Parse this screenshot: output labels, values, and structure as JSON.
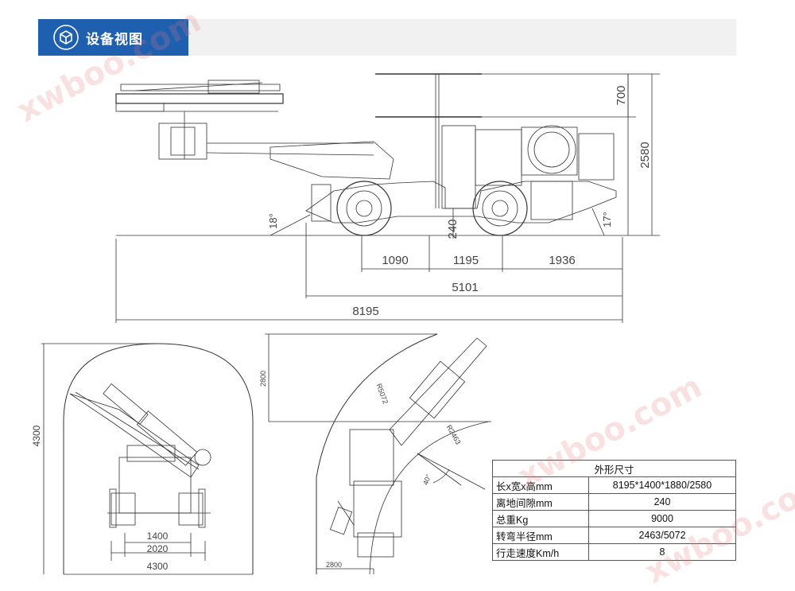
{
  "header": {
    "title": "设备视图",
    "accent_color": "#1f5fb0",
    "icon": "cube-icon"
  },
  "side_view": {
    "dims": {
      "overall_length": "8195",
      "wheelbase_total": "5101",
      "front_overhang": "1090",
      "wheelbase": "1195",
      "rear_overhang": "1936",
      "roof_height": "700",
      "total_height": "2580",
      "ground_clearance": "240",
      "approach_angle": "18°",
      "departure_angle": "17°"
    }
  },
  "front_view": {
    "dims": {
      "height": "4300",
      "track": "1400",
      "width": "2020",
      "span": "4300"
    }
  },
  "turn_view": {
    "dims": {
      "height": "2800",
      "width": "2800",
      "outer_radius": "R5072",
      "inner_radius": "R2463",
      "angle": "40°"
    }
  },
  "spec_table": {
    "title": "外形尺寸",
    "rows": [
      {
        "label": "长x宽x高mm",
        "value": "8195*1400*1880/2580"
      },
      {
        "label": "离地间隙mm",
        "value": "240"
      },
      {
        "label": "总重Kg",
        "value": "9000"
      },
      {
        "label": "转弯半径mm",
        "value": "2463/5072"
      },
      {
        "label": "行走速度Km/h",
        "value": "8"
      }
    ]
  },
  "watermarks": [
    "xwboo.com",
    "xwboo.com",
    "xwboo.com"
  ]
}
